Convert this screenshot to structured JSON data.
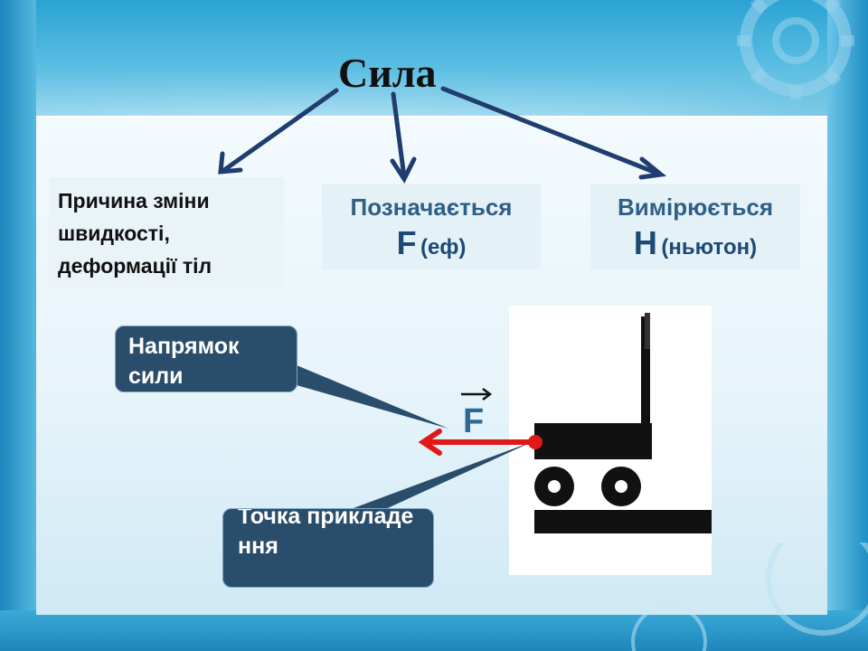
{
  "title": "Сила",
  "cause_box": {
    "line1": "Причина зміни",
    "line2": "швидкості,",
    "line3": "деформації тіл"
  },
  "symbol_box": {
    "heading": "Позначається",
    "symbol": "F",
    "reading": "(еф)"
  },
  "unit_box": {
    "heading": "Вимірюється",
    "symbol": "Н",
    "reading": "(ньютон)"
  },
  "callout_direction": {
    "line1": "Напрямок",
    "line2": "сили"
  },
  "callout_point": {
    "text": "Точка прикладення"
  },
  "vector_label": "F",
  "colors": {
    "title": "#111111",
    "box_heading": "#2f5f86",
    "callout_bg": "#2a4d6c",
    "force_arrow": "#e01818",
    "diagram_arrows": "#1f3d6e"
  }
}
